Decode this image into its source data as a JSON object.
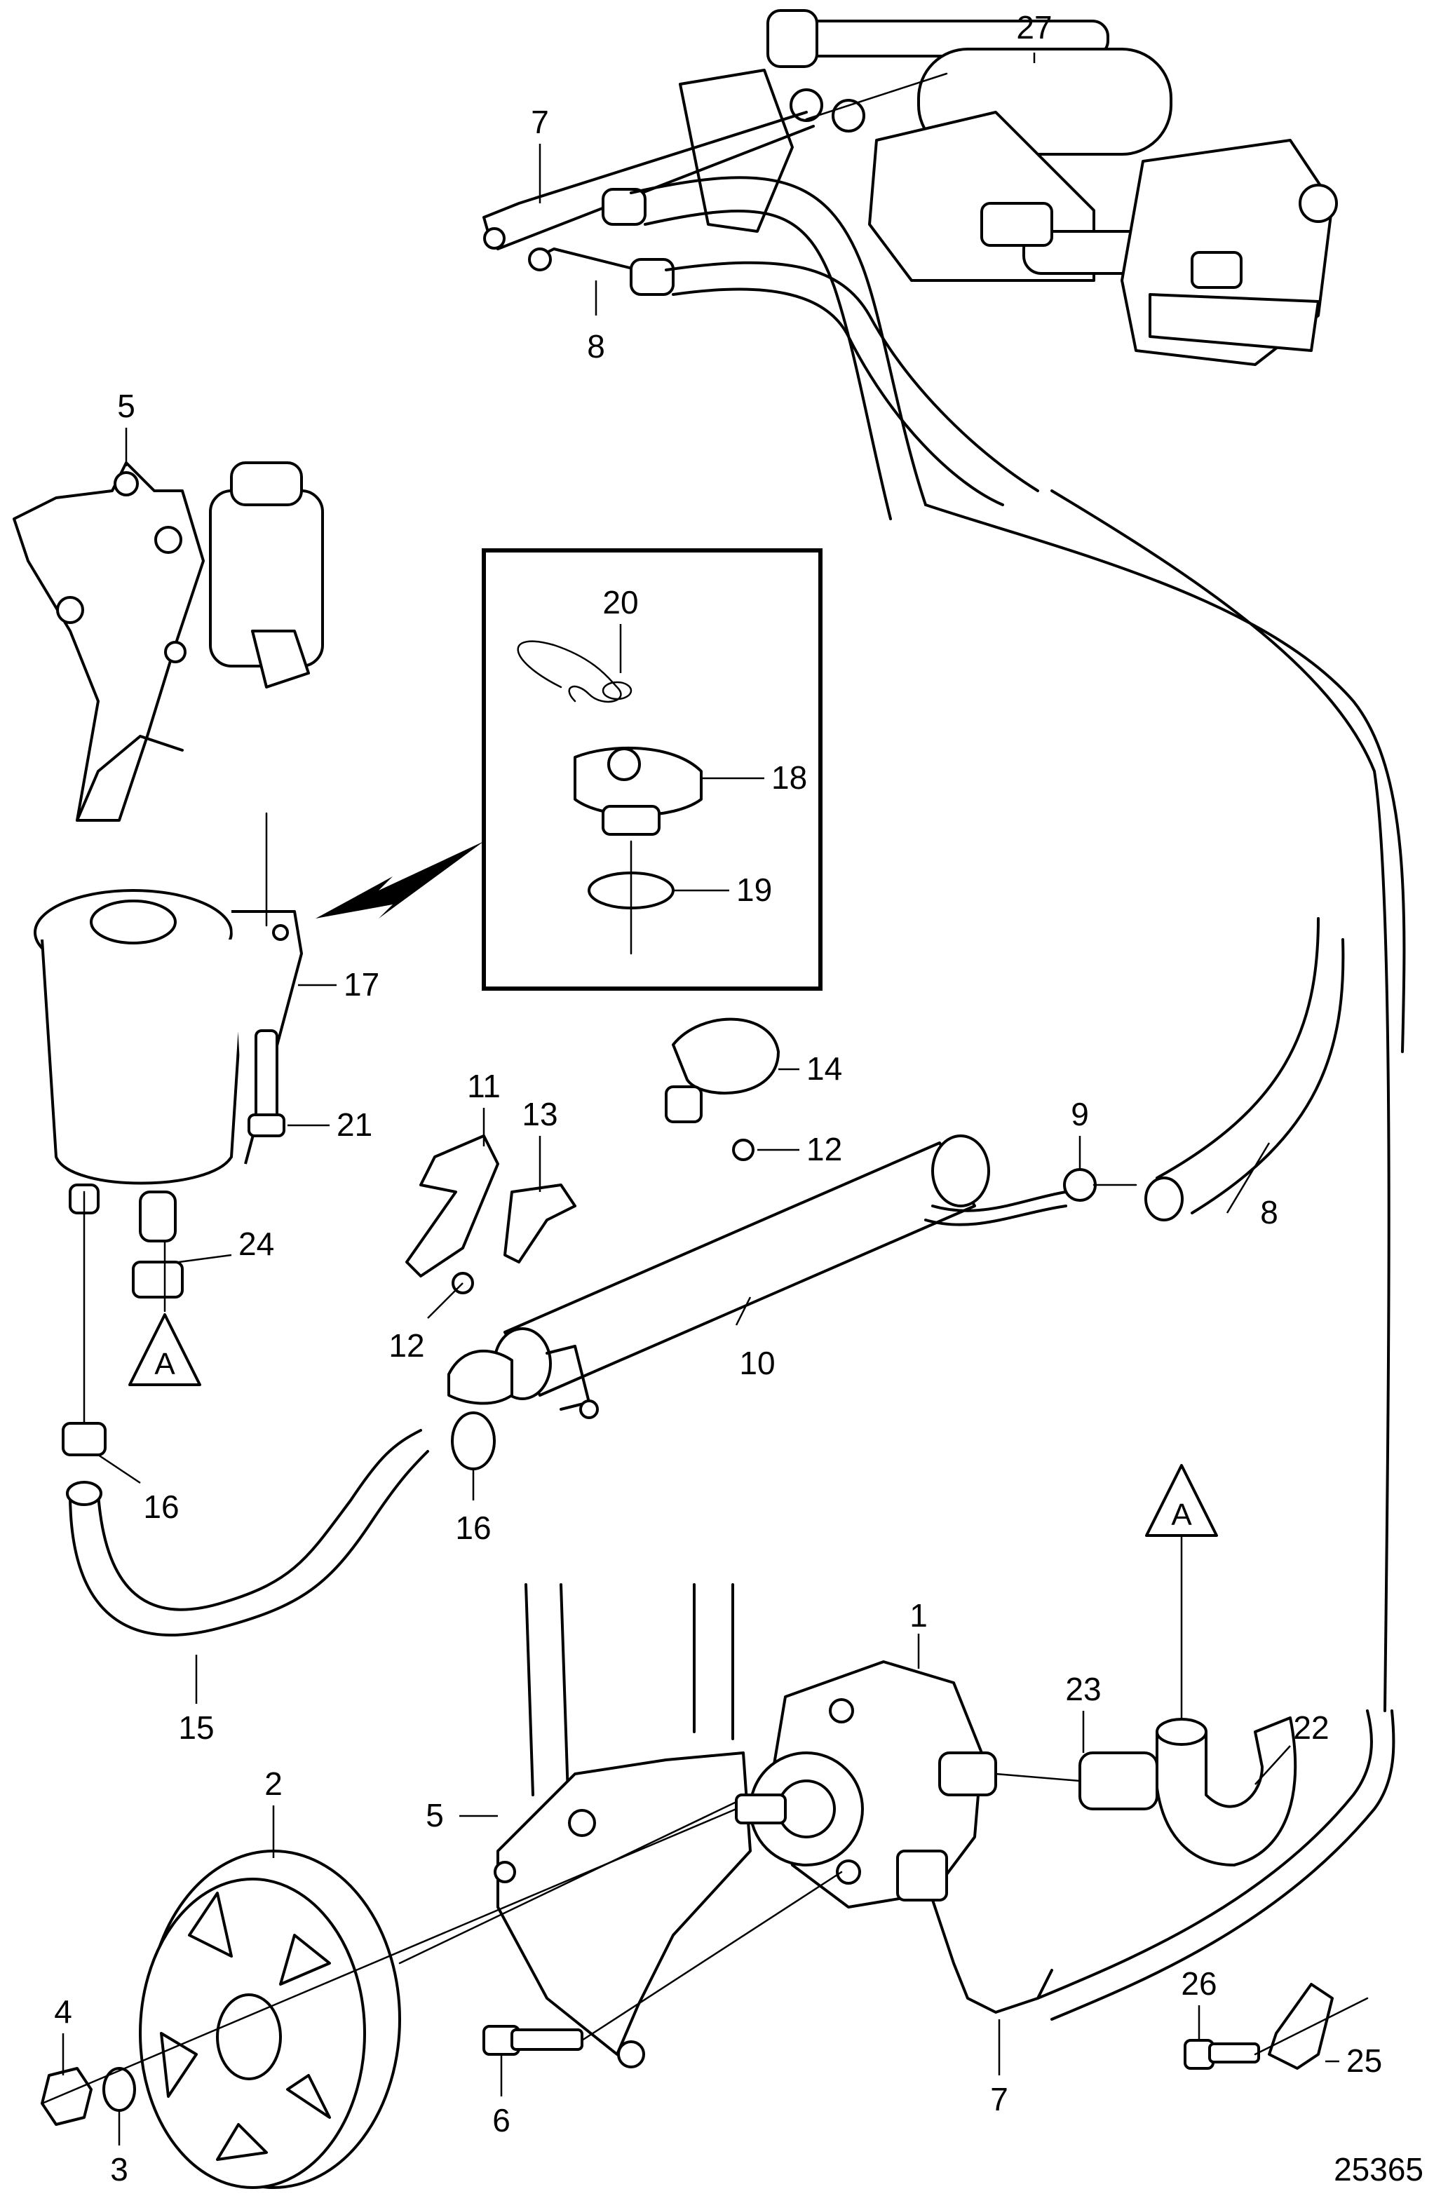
{
  "labels": {
    "p1": "1",
    "p2": "2",
    "p3": "3",
    "p4": "4",
    "p5a": "5",
    "p5b": "5",
    "p6": "6",
    "p7a": "7",
    "p7b": "7",
    "p8a": "8",
    "p8b": "8",
    "p9": "9",
    "p10": "10",
    "p11": "11",
    "p12a": "12",
    "p12b": "12",
    "p13": "13",
    "p14": "14",
    "p15": "15",
    "p16a": "16",
    "p16b": "16",
    "p17": "17",
    "p18": "18",
    "p19": "19",
    "p20": "20",
    "p21": "21",
    "p22": "22",
    "p23": "23",
    "p24": "24",
    "p25": "25",
    "p26": "26",
    "p27": "27"
  },
  "references": {
    "a_upper": "A",
    "a_lower": "A"
  },
  "drawing_number": "25365"
}
